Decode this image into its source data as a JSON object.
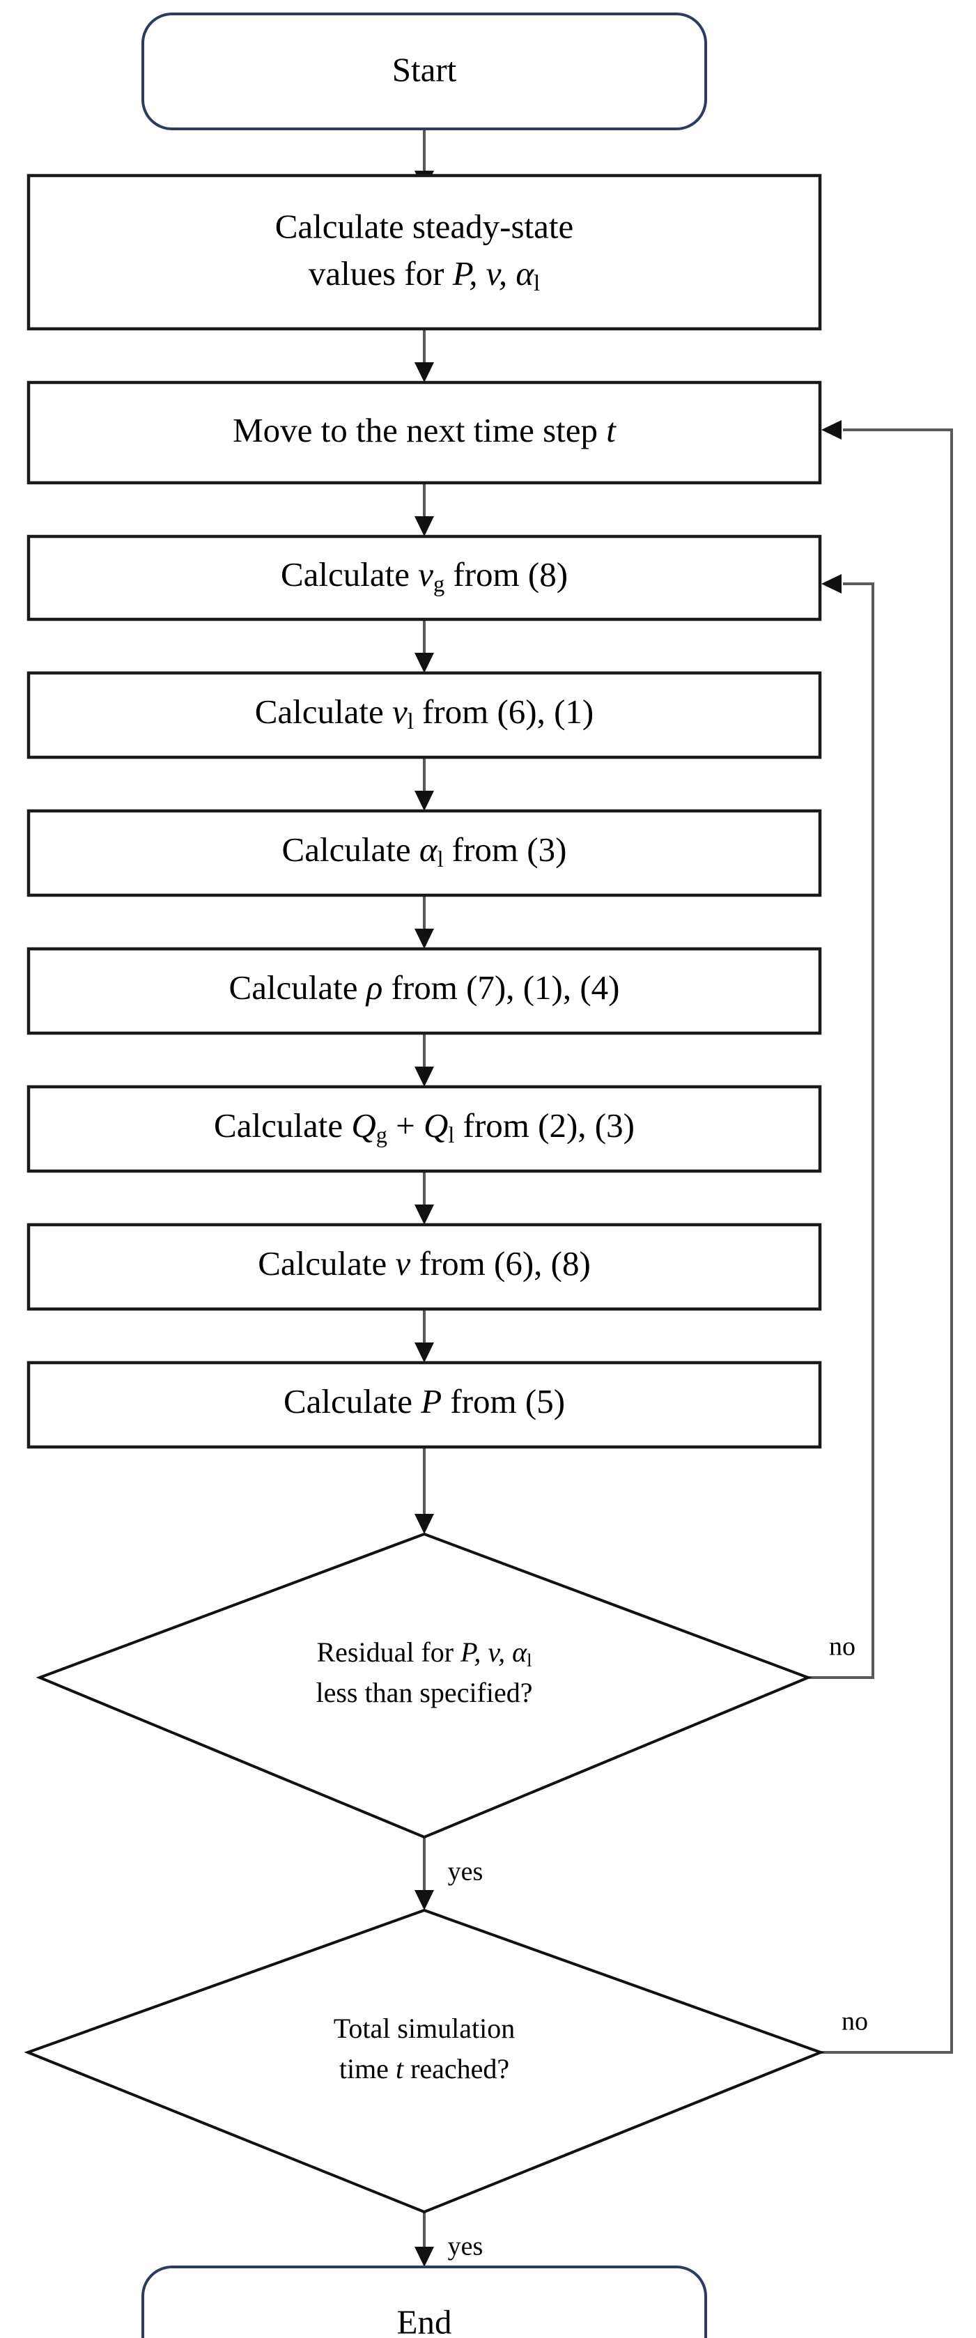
{
  "diagram": {
    "title": "Simulation algorithm flowchart",
    "colors": {
      "terminator_border": "#2d3c5e",
      "process_border": "#1a1a1a",
      "decision_border": "#111111",
      "connector": "#5a5a5a",
      "background": "#ffffff",
      "text": "#000000"
    },
    "nodes": [
      {
        "id": "start",
        "type": "terminator",
        "label": "Start"
      },
      {
        "id": "steady-state",
        "type": "process",
        "line1": "Calculate steady-state",
        "line2_pre": "values for ",
        "line2_vars": "P, v, α",
        "line2_sub": "l",
        "label": "Calculate steady-state values for P, v, αl"
      },
      {
        "id": "next-time-step",
        "type": "process",
        "pre": "Move to the next time step ",
        "var": "t",
        "label": "Move to the next time step t"
      },
      {
        "id": "calc-vg",
        "type": "process",
        "pre": "Calculate ",
        "var": "v",
        "sub": "g",
        "post": " from (8)",
        "label": "Calculate vg from (8)"
      },
      {
        "id": "calc-vl",
        "type": "process",
        "pre": "Calculate ",
        "var": "v",
        "sub": "l",
        "post": " from (6), (1)",
        "label": "Calculate vl from (6), (1)"
      },
      {
        "id": "calc-alpha-l",
        "type": "process",
        "pre": "Calculate ",
        "var": "α",
        "sub": "l",
        "post": " from (3)",
        "label": "Calculate αl from (3)"
      },
      {
        "id": "calc-rho",
        "type": "process",
        "pre": "Calculate ",
        "var": "ρ",
        "sub": "",
        "post": " from (7), (1), (4)",
        "label": "Calculate ρ from (7), (1), (4)"
      },
      {
        "id": "calc-q",
        "type": "process",
        "pre": "Calculate ",
        "var": "Q",
        "sub": "g",
        "mid": " + ",
        "var2": "Q",
        "sub2": "l",
        "post": " from (2), (3)",
        "label": "Calculate Qg + Ql from (2), (3)"
      },
      {
        "id": "calc-v",
        "type": "process",
        "pre": "Calculate ",
        "var": "v",
        "sub": "",
        "post": " from (6), (8)",
        "label": "Calculate v from (6), (8)"
      },
      {
        "id": "calc-p",
        "type": "process",
        "pre": "Calculate ",
        "var": "P",
        "sub": "",
        "post": " from (5)",
        "label": "Calculate P from (5)"
      },
      {
        "id": "residual-check",
        "type": "decision",
        "line1_pre": "Residual for ",
        "line1_vars": "P, v, α",
        "line1_sub": "l",
        "line2": "less than specified?",
        "label": "Residual for P, v, αl less than specified?"
      },
      {
        "id": "time-check",
        "type": "decision",
        "line1": "Total simulation",
        "line2_pre": "time ",
        "line2_var": "t",
        "line2_post": " reached?",
        "label": "Total simulation time t reached?"
      },
      {
        "id": "end",
        "type": "terminator",
        "label": "End"
      }
    ],
    "edge_labels": {
      "residual_no": "no",
      "residual_yes": "yes",
      "time_no": "no",
      "time_yes": "yes"
    },
    "edges": [
      {
        "from": "start",
        "to": "steady-state",
        "label": ""
      },
      {
        "from": "steady-state",
        "to": "next-time-step",
        "label": ""
      },
      {
        "from": "next-time-step",
        "to": "calc-vg",
        "label": ""
      },
      {
        "from": "calc-vg",
        "to": "calc-vl",
        "label": ""
      },
      {
        "from": "calc-vl",
        "to": "calc-alpha-l",
        "label": ""
      },
      {
        "from": "calc-alpha-l",
        "to": "calc-rho",
        "label": ""
      },
      {
        "from": "calc-rho",
        "to": "calc-q",
        "label": ""
      },
      {
        "from": "calc-q",
        "to": "calc-v",
        "label": ""
      },
      {
        "from": "calc-v",
        "to": "calc-p",
        "label": ""
      },
      {
        "from": "calc-p",
        "to": "residual-check",
        "label": ""
      },
      {
        "from": "residual-check",
        "to": "calc-vg",
        "label": "no"
      },
      {
        "from": "residual-check",
        "to": "time-check",
        "label": "yes"
      },
      {
        "from": "time-check",
        "to": "next-time-step",
        "label": "no"
      },
      {
        "from": "time-check",
        "to": "end",
        "label": "yes"
      }
    ]
  }
}
